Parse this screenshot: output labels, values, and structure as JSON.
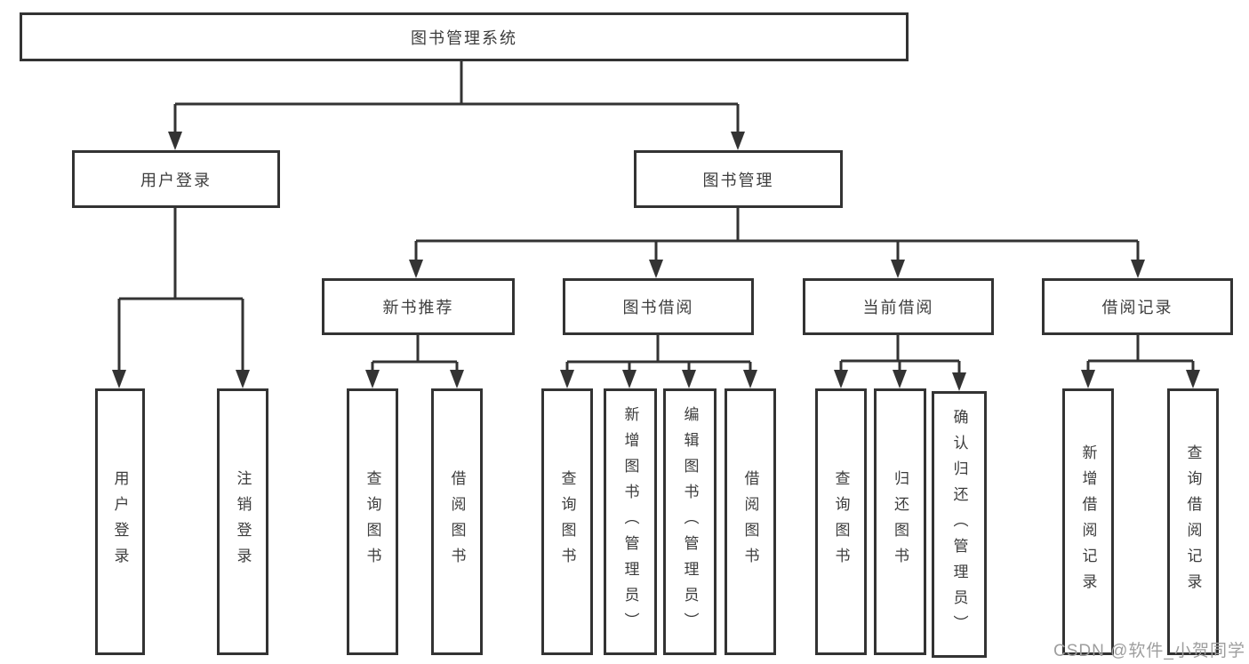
{
  "diagram": {
    "root": {
      "label": "图书管理系统"
    },
    "branches": [
      {
        "label": "用户登录",
        "children": [
          {
            "label": "用户登录"
          },
          {
            "label": "注销登录"
          }
        ]
      },
      {
        "label": "图书管理",
        "groups": [
          {
            "label": "新书推荐",
            "children": [
              {
                "label": "查询图书"
              },
              {
                "label": "借阅图书"
              }
            ]
          },
          {
            "label": "图书借阅",
            "children": [
              {
                "label": "查询图书"
              },
              {
                "label": "新增图书（管理员）"
              },
              {
                "label": "编辑图书（管理员）"
              },
              {
                "label": "借阅图书"
              }
            ]
          },
          {
            "label": "当前借阅",
            "children": [
              {
                "label": "查询图书"
              },
              {
                "label": "归还图书"
              },
              {
                "label": "确认归还（管理员）"
              }
            ]
          },
          {
            "label": "借阅记录",
            "children": [
              {
                "label": "新增借阅记录"
              },
              {
                "label": "查询借阅记录"
              }
            ]
          }
        ]
      }
    ]
  },
  "watermark": {
    "text": "CSDN @软件_小贺同学"
  },
  "colors": {
    "line": "#333333",
    "text": "#3d3d3d",
    "watermark": "#9e9e9e",
    "background": "#ffffff"
  }
}
